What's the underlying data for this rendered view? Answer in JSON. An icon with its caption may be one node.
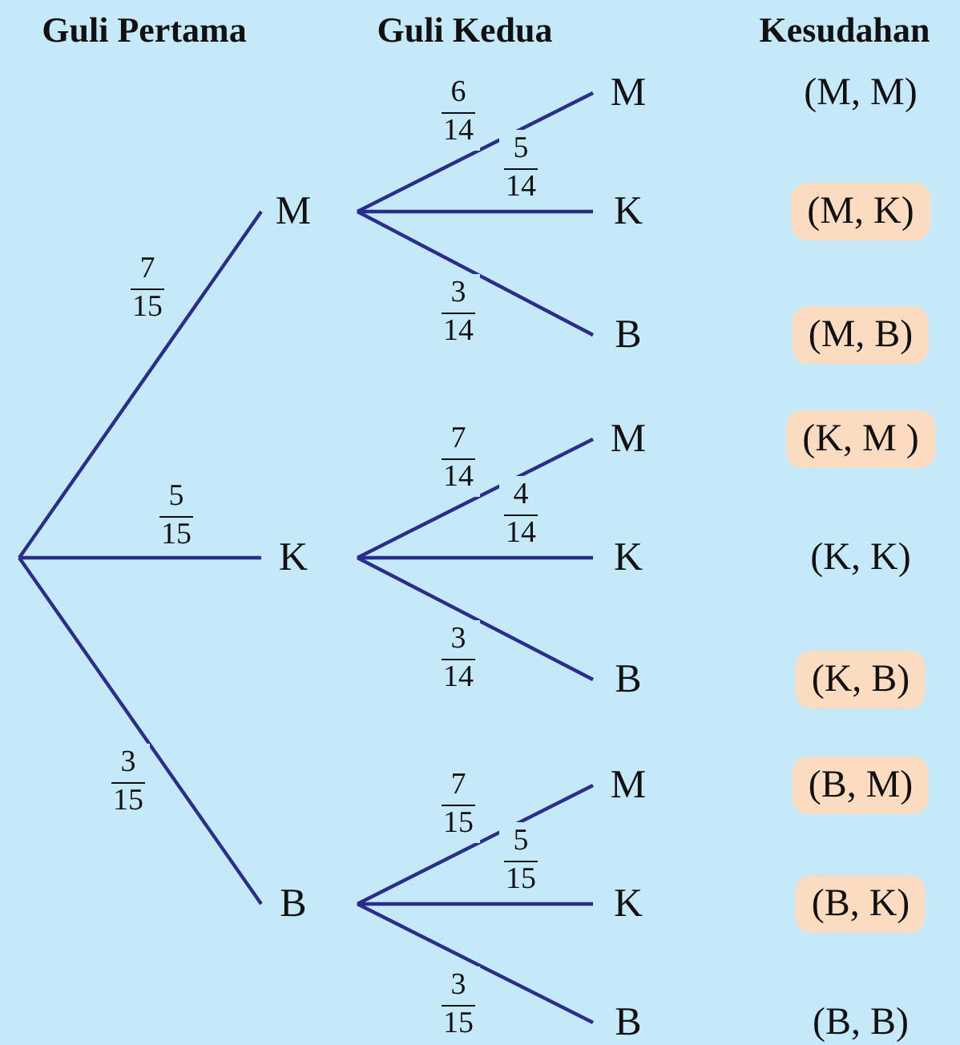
{
  "diagram": {
    "nodes": [
      {
        "text": [
          "M"
        ]
      },
      {
        "text": [
          "K"
        ]
      },
      {
        "text": [
          "B"
        ]
      },
      {
        "text": [
          "M"
        ]
      },
      {
        "text": [
          "K"
        ]
      },
      {
        "text": [
          "B"
        ]
      },
      {
        "text": [
          "M"
        ]
      },
      {
        "text": [
          "K"
        ]
      },
      {
        "text": [
          "B"
        ]
      },
      {
        "text": [
          "M"
        ]
      },
      {
        "text": [
          "K"
        ]
      },
      {
        "text": [
          "B"
        ]
      },
      {
        "text": [
          "(M, M)"
        ]
      },
      {
        "text": [
          "(M, K)"
        ]
      },
      {
        "text": [
          "(M, B)"
        ]
      },
      {
        "text": [
          "(K, M )"
        ]
      },
      {
        "text": [
          "(K, K)"
        ]
      },
      {
        "text": [
          "(K, B)"
        ]
      },
      {
        "text": [
          "(B, M)"
        ]
      },
      {
        "text": [
          "(B, K)"
        ]
      },
      {
        "text": [
          "(B, B)"
        ]
      }
    ],
    "edges": [
      {
        "from": null,
        "to": 0,
        "arrow": "none",
        "label": "7 15"
      },
      {
        "from": null,
        "to": 1,
        "arrow": "none",
        "label": "5 15"
      },
      {
        "from": null,
        "to": 2,
        "arrow": "none",
        "label": "3 15"
      },
      {
        "from": 0,
        "to": 3,
        "arrow": "none",
        "label": "6 14"
      },
      {
        "from": 0,
        "to": 4,
        "arrow": "none",
        "label": "5 14"
      },
      {
        "from": 0,
        "to": 5,
        "arrow": "none",
        "label": "3 14"
      },
      {
        "from": 1,
        "to": 6,
        "arrow": "none",
        "label": "7 14"
      },
      {
        "from": 1,
        "to": 7,
        "arrow": "none",
        "label": "4 14"
      },
      {
        "from": 1,
        "to": 8,
        "arrow": "none",
        "label": "3 14"
      },
      {
        "from": 2,
        "to": 9,
        "arrow": "none",
        "label": "7 15"
      },
      {
        "from": 2,
        "to": 10,
        "arrow": "none",
        "label": "5 15"
      },
      {
        "from": 2,
        "to": 11,
        "arrow": "none",
        "label": "3 15"
      }
    ],
    "labels": [
      "Guli Pertama",
      "Guli Kedua",
      "Kesudahan"
    ]
  }
}
